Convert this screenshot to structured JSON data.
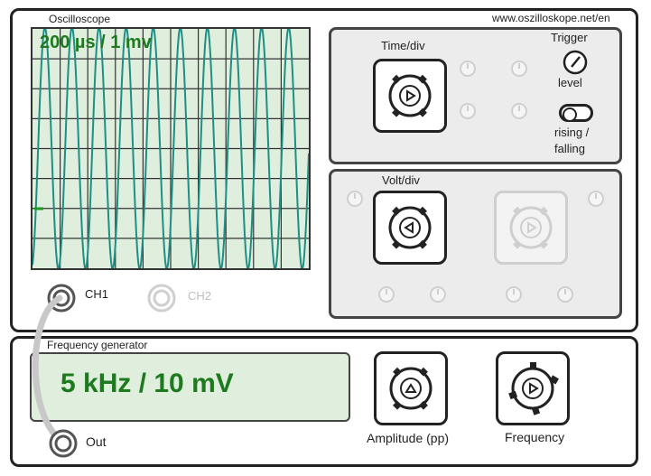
{
  "site_url": "www.oszilloskope.net/en",
  "oscilloscope": {
    "title": "Oscilloscope",
    "scale_text": "200 µs / 1 mv",
    "time_div_label": "Time/div",
    "volt_div_label": "Volt/div",
    "trigger": {
      "title": "Trigger",
      "level_label": "level",
      "edge_label_1": "rising /",
      "edge_label_2": "falling"
    },
    "channels": [
      {
        "label": "CH1",
        "active": true
      },
      {
        "label": "CH2",
        "active": false
      }
    ],
    "trace_color": "#1f8f86",
    "screen_color": "#dfeedd"
  },
  "generator": {
    "title": "Frequency generator",
    "display_text": "5 kHz / 10 mV",
    "amplitude_label": "Amplitude (pp)",
    "frequency_label": "Frequency",
    "out_label": "Out"
  },
  "colors": {
    "display_text": "#1e7a1e",
    "border": "#222222"
  }
}
